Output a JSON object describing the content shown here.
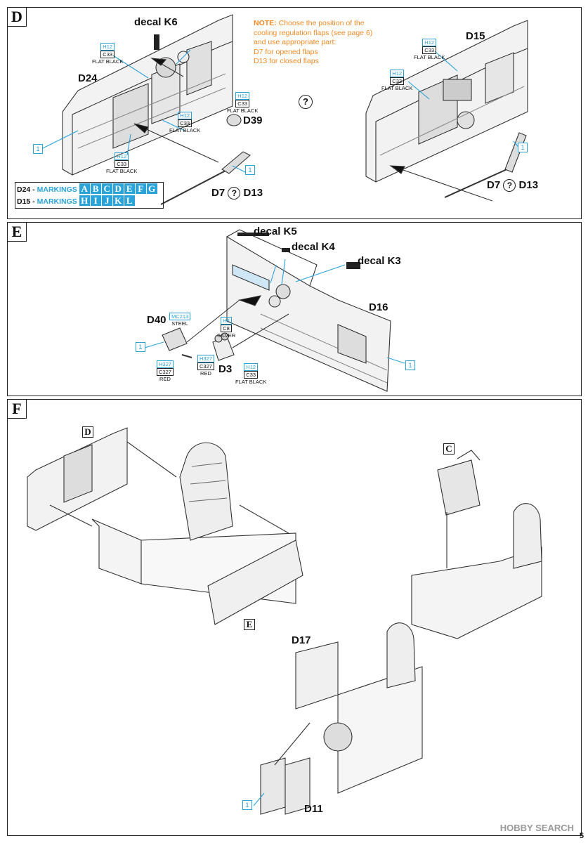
{
  "steps": {
    "d": {
      "letter": "D"
    },
    "e": {
      "letter": "E"
    },
    "f": {
      "letter": "F"
    }
  },
  "step_d": {
    "decal_k6": "decal K6",
    "d24": "D24",
    "d15": "D15",
    "d39": "D39",
    "d7_d13_left": {
      "a": "D7",
      "q": "?",
      "b": "D13"
    },
    "d7_d13_right": {
      "a": "D7",
      "q": "?",
      "b": "D13"
    },
    "question": "?",
    "note": {
      "bold": "NOTE:",
      "line1": " Choose the position of the",
      "line2": "cooling regulation flaps (see page 6)",
      "line3": "and use appropriate part:",
      "line4": "D7 for opened flaps",
      "line5": "D13 for closed flaps"
    },
    "paints": {
      "flat_black_h": "H12",
      "flat_black_c": "C33",
      "flat_black_name": "FLAT BLACK"
    },
    "qty_one": "1",
    "markings": [
      {
        "part": "D24 -",
        "label": "MARKINGS",
        "codes": [
          "A",
          "B",
          "C",
          "D",
          "E",
          "F",
          "G"
        ]
      },
      {
        "part": "D15 -",
        "label": "MARKINGS",
        "codes": [
          "H",
          "I",
          "J",
          "K",
          "L"
        ]
      }
    ]
  },
  "step_e": {
    "decal_k5": "decal K5",
    "decal_k4": "decal K4",
    "decal_k3": "decal K3",
    "d16": "D16",
    "d40": "D40",
    "d3": "D3",
    "steel": {
      "h": "MC213",
      "name": "STEEL"
    },
    "silver": {
      "h": "H8",
      "c": "C8",
      "name": "SILVER"
    },
    "red": {
      "h": "H327",
      "c": "C327",
      "name": "RED"
    },
    "black": {
      "h": "H12",
      "c": "C33",
      "name": "FLAT BLACK"
    }
  },
  "step_f": {
    "sub_d": "D",
    "sub_c": "C",
    "sub_e": "E",
    "d17": "D17",
    "d11": "D11"
  },
  "footer": {
    "watermark": "HOBBY SEARCH",
    "page": "5"
  }
}
